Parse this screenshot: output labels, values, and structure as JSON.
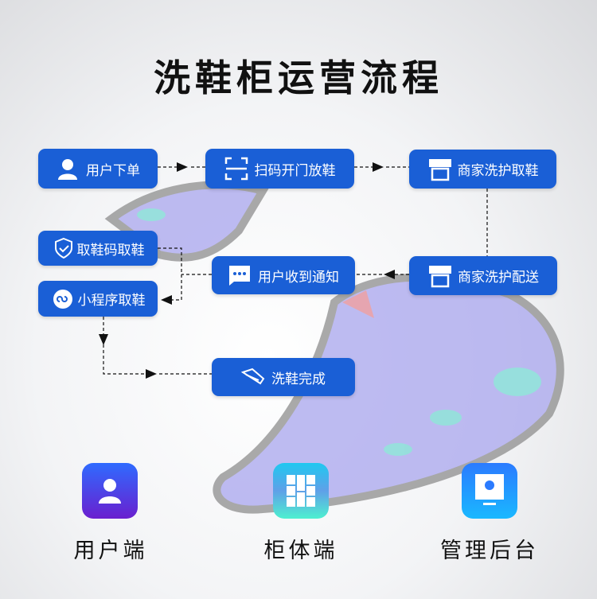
{
  "title": "洗鞋柜运营流程",
  "steps": {
    "order": "用户下单",
    "scan": "扫码开门放鞋",
    "merchant_pickup": "商家洗护取鞋",
    "code_pickup": "取鞋码取鞋",
    "notify": "用户收到通知",
    "merchant_deliver": "商家洗护配送",
    "miniapp_pickup": "小程序取鞋",
    "done": "洗鞋完成"
  },
  "endpoints": [
    {
      "label": "用户端",
      "icon": "user-icon",
      "color": "#5b2fd6"
    },
    {
      "label": "柜体端",
      "icon": "cabinet-icon",
      "color": "#3fdcc8"
    },
    {
      "label": "管理后台",
      "icon": "admin-screen-icon",
      "color": "#1aa7ff"
    }
  ],
  "colors": {
    "box": "#1a5fd6",
    "shoe": "#a9a6ee",
    "shoe_accent": "#8ee8d8"
  }
}
